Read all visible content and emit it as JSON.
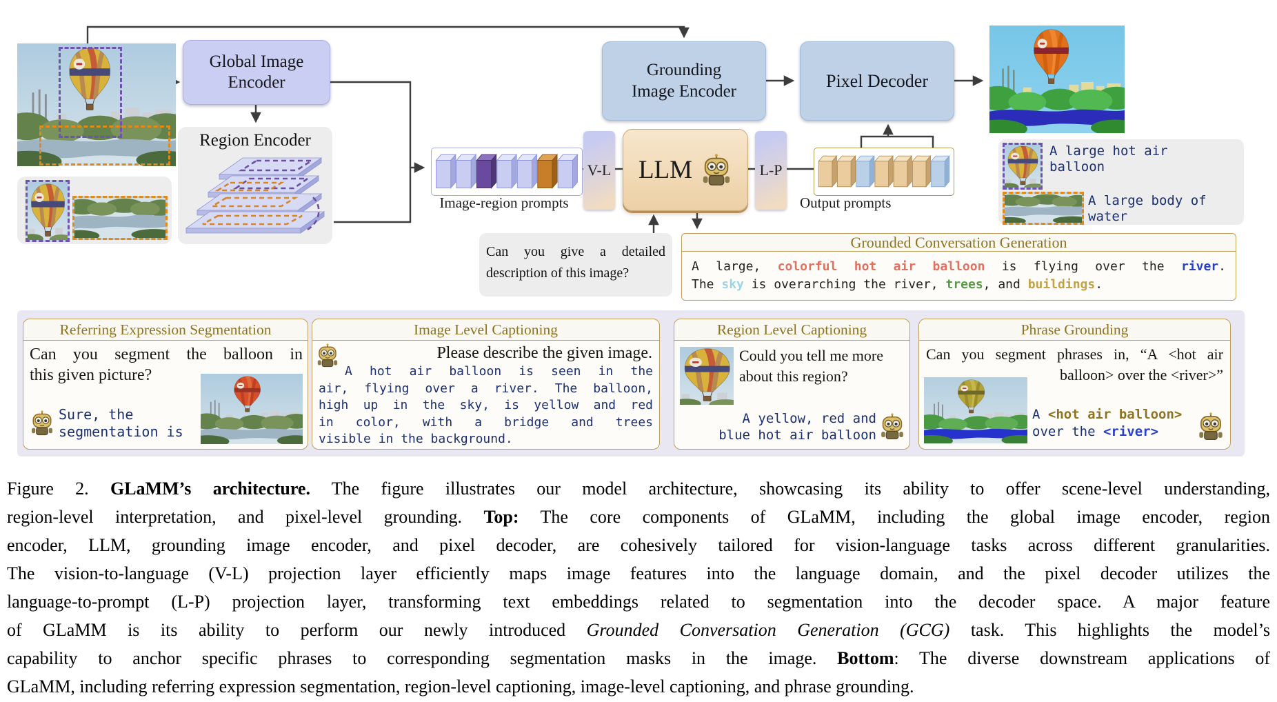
{
  "diagram": {
    "global_image_encoder_label": "Global Image Encoder",
    "region_encoder_label": "Region Encoder",
    "image_region_prompts": {
      "label": "Image-region prompts",
      "tokens": [
        "lavender",
        "lavender",
        "purple",
        "lavender",
        "lavender",
        "orange",
        "lavender"
      ]
    },
    "vl_label": "V-L",
    "llm_label": "LLM",
    "lp_label": "L-P",
    "grounding_image_encoder_label": "Grounding Image Encoder",
    "pixel_decoder_label": "Pixel Decoder",
    "output_prompts": {
      "label": "Output prompts",
      "tokens": [
        "tan",
        "tan",
        "blue",
        "tan",
        "tan",
        "tan",
        "blue"
      ]
    },
    "user_question_lines": [
      {
        "seg": [
          {
            "t": "Can you give a detailed"
          }
        ]
      },
      {
        "seg": [
          {
            "t": "description of this image?"
          }
        ],
        "align": "left"
      }
    ],
    "gcg": {
      "title": "Grounded Conversation Generation",
      "lines": [
        {
          "seg": [
            {
              "t": "A large, "
            },
            {
              "t": "colorful hot air balloon",
              "c": "salmon",
              "b": 1
            },
            {
              "t": " is flying over the "
            },
            {
              "t": "river",
              "c": "royal",
              "b": 1
            },
            {
              "t": "."
            }
          ]
        },
        {
          "seg": [
            {
              "t": "The "
            },
            {
              "t": "sky",
              "c": "skyblue",
              "b": 1
            },
            {
              "t": " is overarching the river, "
            },
            {
              "t": "trees",
              "c": "green",
              "b": 1
            },
            {
              "t": ", and "
            },
            {
              "t": "buildings",
              "c": "goldw",
              "b": 1
            },
            {
              "t": "."
            }
          ],
          "align": "left"
        }
      ]
    },
    "grounded_captions": [
      {
        "lines": [
          {
            "seg": [
              {
                "t": "A large hot air"
              }
            ],
            "align": "left"
          },
          {
            "seg": [
              {
                "t": "balloon"
              }
            ],
            "align": "left"
          }
        ]
      },
      {
        "lines": [
          {
            "seg": [
              {
                "t": "A large body of"
              }
            ],
            "align": "left"
          },
          {
            "seg": [
              {
                "t": "water"
              }
            ],
            "align": "left"
          }
        ]
      }
    ]
  },
  "tasks": [
    {
      "title": "Referring Expression Segmentation",
      "question_lines": [
        {
          "seg": [
            {
              "t": "Can you segment the balloon in"
            }
          ]
        },
        {
          "seg": [
            {
              "t": "this given picture?"
            }
          ],
          "align": "left"
        }
      ],
      "answer_lines": [
        {
          "seg": [
            {
              "t": "Sure, the"
            }
          ],
          "align": "left"
        },
        {
          "seg": [
            {
              "t": "segmentation is"
            }
          ],
          "align": "left"
        }
      ]
    },
    {
      "title": "Image Level Captioning",
      "question": "Please describe the given image.",
      "answer_lines": [
        {
          "seg": [
            {
              "t": "A hot air balloon is seen in the"
            }
          ]
        },
        {
          "seg": [
            {
              "t": "air, flying over a river. The balloon,"
            }
          ]
        },
        {
          "seg": [
            {
              "t": "high up in the sky, is yellow and red"
            }
          ]
        },
        {
          "seg": [
            {
              "t": "in color, with a bridge and trees"
            }
          ]
        },
        {
          "seg": [
            {
              "t": "visible in the background."
            }
          ],
          "align": "left"
        }
      ]
    },
    {
      "title": "Region Level Captioning",
      "question_lines": [
        {
          "seg": [
            {
              "t": "Could you tell me more"
            }
          ],
          "align": "left"
        },
        {
          "seg": [
            {
              "t": "about this region?"
            }
          ],
          "align": "left"
        }
      ],
      "answer_lines": [
        {
          "seg": [
            {
              "t": "A yellow, red and"
            }
          ],
          "align": "right"
        },
        {
          "seg": [
            {
              "t": "blue hot air balloon"
            }
          ],
          "align": "right"
        }
      ]
    },
    {
      "title": "Phrase Grounding",
      "question_lines": [
        {
          "seg": [
            {
              "t": "Can you segment phrases in, “A <hot air"
            }
          ]
        },
        {
          "seg": [
            {
              "t": "balloon> over the <river>”"
            }
          ],
          "align": "right"
        }
      ],
      "answer_lines": [
        {
          "seg": [
            {
              "t": "A "
            },
            {
              "t": "<hot air balloon>",
              "c": "olive",
              "b": 1
            }
          ],
          "align": "left"
        },
        {
          "seg": [
            {
              "t": "over the "
            },
            {
              "t": "<river>",
              "c": "royal",
              "b": 1
            }
          ],
          "align": "left"
        }
      ]
    }
  ],
  "caption": {
    "lines": [
      {
        "seg": [
          {
            "t": "Figure 2. "
          },
          {
            "t": "GLaMM’s architecture.",
            "b": 1
          },
          {
            "t": " The figure illustrates our model architecture, showcasing its ability to offer scene-level understanding,"
          }
        ]
      },
      {
        "seg": [
          {
            "t": "region-level interpretation, and pixel-level grounding. "
          },
          {
            "t": "Top:",
            "b": 1
          },
          {
            "t": " The core components of GLaMM, including the global image encoder, region"
          }
        ]
      },
      {
        "seg": [
          {
            "t": "encoder, LLM, grounding image encoder, and pixel decoder, are cohesively tailored for vision-language tasks across different granularities."
          }
        ]
      },
      {
        "seg": [
          {
            "t": "The vision-to-language (V-L) projection layer efficiently maps image features into the language domain, and the pixel decoder utilizes the"
          }
        ]
      },
      {
        "seg": [
          {
            "t": "language-to-prompt (L-P) projection layer, transforming text embeddings related to segmentation into the decoder space. A major feature"
          }
        ]
      },
      {
        "seg": [
          {
            "t": "of GLaMM is its ability to perform our newly introduced "
          },
          {
            "t": "Grounded Conversation Generation (GCG)",
            "i": 1
          },
          {
            "t": " task. This highlights the model’s"
          }
        ]
      },
      {
        "seg": [
          {
            "t": "capability to anchor specific phrases to corresponding segmentation masks in the image. "
          },
          {
            "t": "Bottom",
            "b": 1
          },
          {
            "t": ": The diverse downstream applications of"
          }
        ]
      },
      {
        "seg": [
          {
            "t": "GLaMM, including referring expression segmentation, region-level captioning, image-level captioning, and phrase grounding."
          }
        ],
        "align": "left"
      }
    ]
  }
}
